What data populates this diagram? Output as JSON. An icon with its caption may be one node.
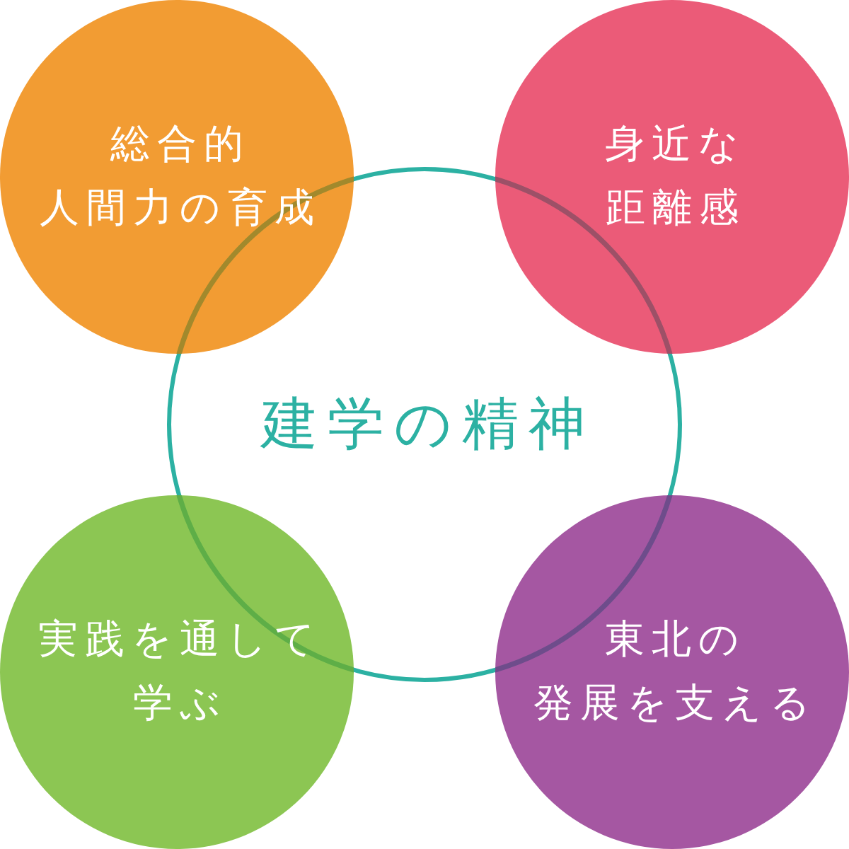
{
  "diagram": {
    "nodes": [
      {
        "text": [
          "総合的人間力の育成"
        ]
      },
      {
        "text": [
          "身近な距離感"
        ]
      },
      {
        "text": [
          "建学の精神"
        ]
      },
      {
        "text": [
          "実践を通して学ぶ"
        ]
      },
      {
        "text": [
          "東北の発展を支える"
        ]
      }
    ]
  }
}
